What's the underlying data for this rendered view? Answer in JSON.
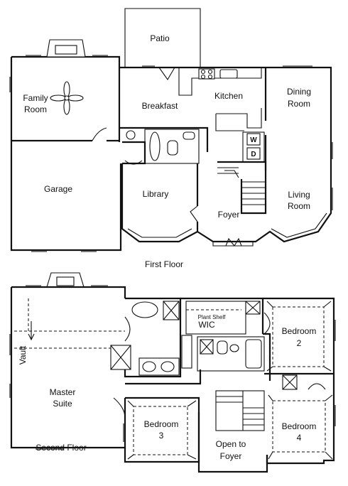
{
  "first_floor": {
    "title": "First Floor",
    "rooms": {
      "patio": "Patio",
      "family_room": [
        "Family",
        "Room"
      ],
      "breakfast": "Breakfast",
      "kitchen": "Kitchen",
      "dining_room": [
        "Dining",
        "Room"
      ],
      "garage": "Garage",
      "library": "Library",
      "foyer": "Foyer",
      "living_room": [
        "Living",
        "Room"
      ]
    },
    "appliances": {
      "washer": "W",
      "dryer": "D"
    }
  },
  "second_floor": {
    "title": "Second Floor",
    "rooms": {
      "master_suite": [
        "Master",
        "Suite"
      ],
      "vault": "Vault",
      "plant_shelf": "Plant Shelf",
      "wic": "WIC",
      "bedroom2": [
        "Bedroom",
        "2"
      ],
      "bedroom3": [
        "Bedroom",
        "3"
      ],
      "bedroom4": [
        "Bedroom",
        "4"
      ],
      "open_to_foyer": [
        "Open to",
        "Foyer"
      ]
    }
  }
}
